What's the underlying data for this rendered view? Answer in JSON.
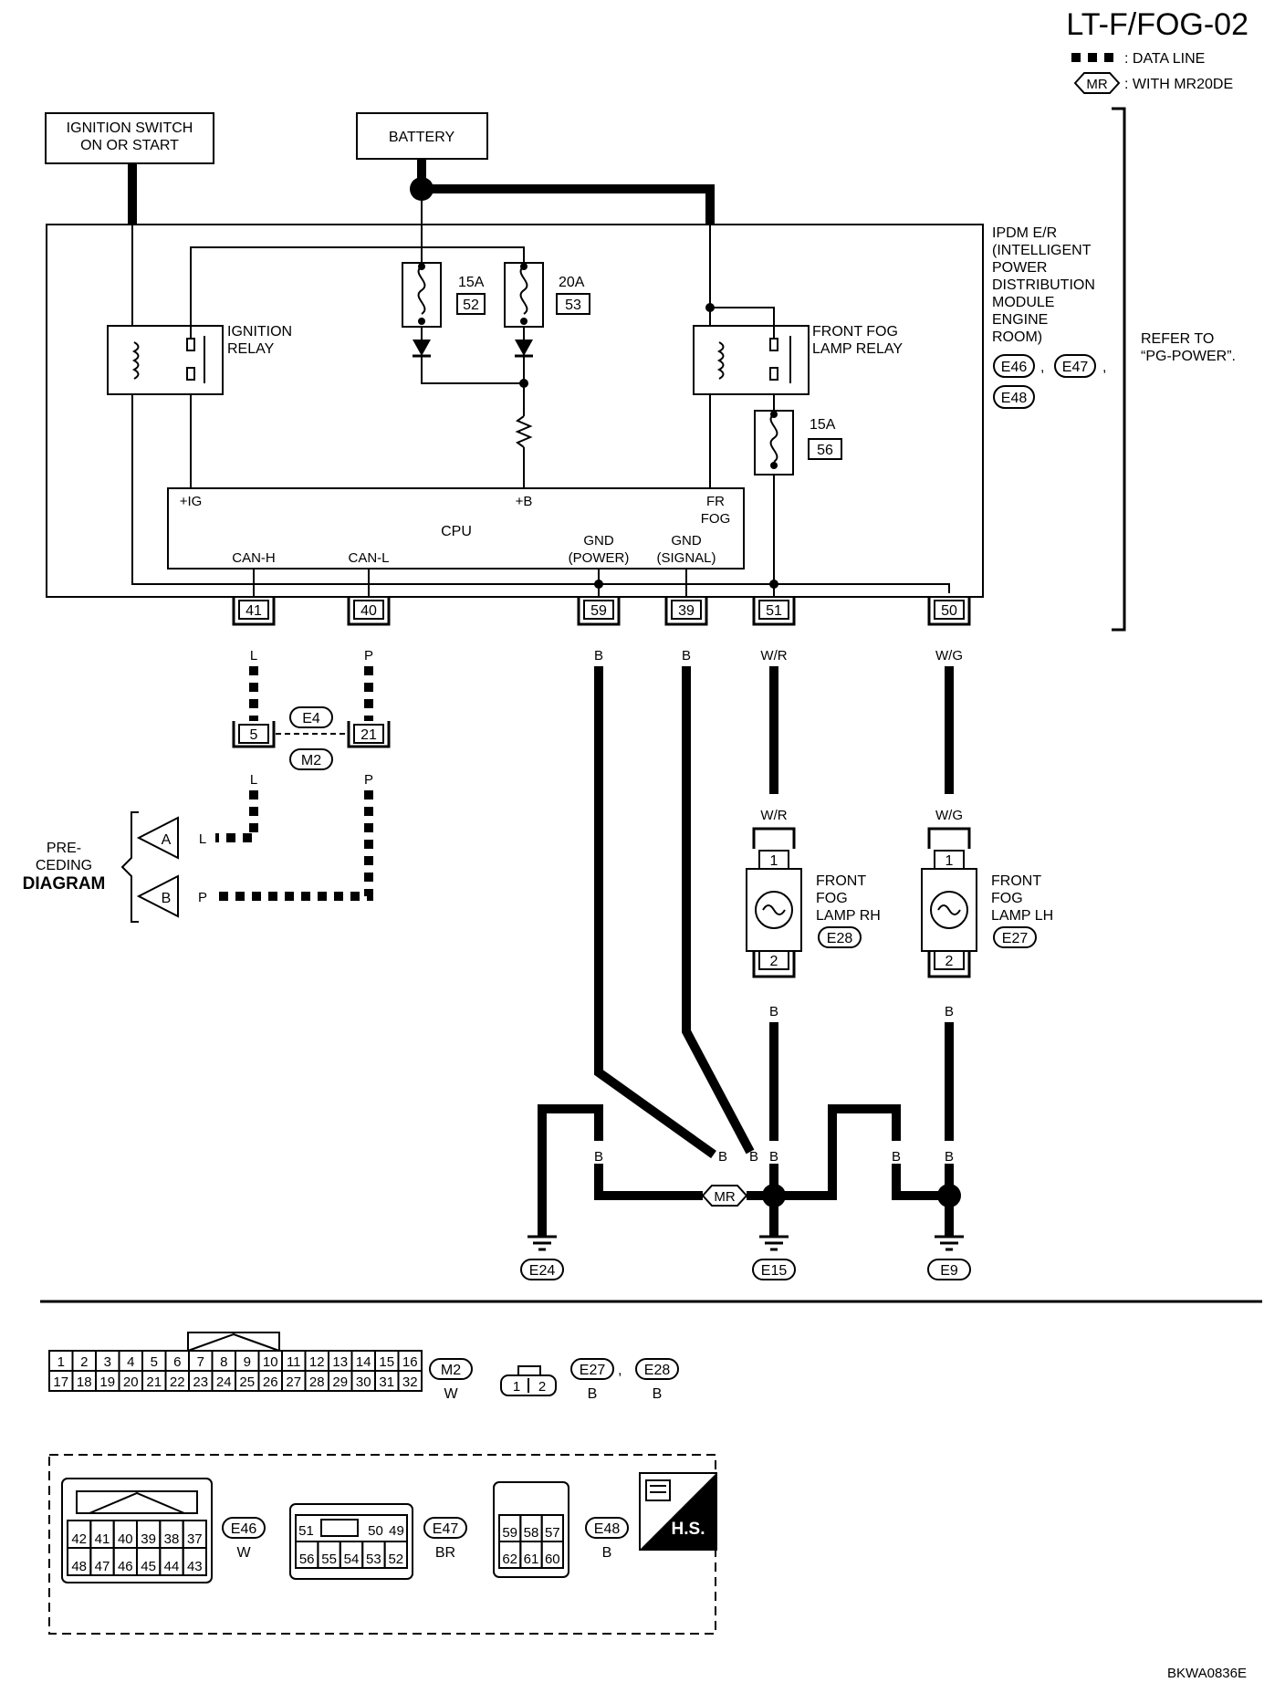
{
  "title": "LT-F/FOG-02",
  "legend": {
    "data_line": ": DATA LINE",
    "mr_badge": "MR",
    "mr_text": ": WITH MR20DE"
  },
  "ignition_switch": [
    "IGNITION SWITCH",
    "ON OR START"
  ],
  "battery": "BATTERY",
  "fuses": [
    {
      "amp": "15A",
      "num": "52"
    },
    {
      "amp": "20A",
      "num": "53"
    },
    {
      "amp": "15A",
      "num": "56"
    }
  ],
  "ignition_relay": [
    "IGNITION",
    "RELAY"
  ],
  "fog_relay": [
    "FRONT FOG",
    "LAMP RELAY"
  ],
  "ipdm": {
    "lines": [
      "IPDM E/R",
      "(INTELLIGENT",
      "POWER",
      "DISTRIBUTION",
      "MODULE",
      "ENGINE",
      "ROOM)"
    ],
    "connectors": [
      "E46",
      "E47",
      "E48"
    ],
    "sep1": ",",
    "sep2": ",",
    "refer": [
      "REFER TO",
      "“PG-POWER”."
    ]
  },
  "cpu": {
    "label": "CPU",
    "ig": "+IG",
    "b": "+B",
    "frfog": [
      "FR",
      "FOG"
    ],
    "canh": "CAN-H",
    "canl": "CAN-L",
    "gnd_power": [
      "GND",
      "(POWER)"
    ],
    "gnd_signal": [
      "GND",
      "(SIGNAL)"
    ]
  },
  "terminals": [
    "41",
    "40",
    "59",
    "39",
    "51",
    "50"
  ],
  "wire_colors": {
    "l": "L",
    "p": "P",
    "b": "B",
    "wr": "W/R",
    "wg": "W/G"
  },
  "joint": {
    "pin_l": "5",
    "pin_p": "21",
    "conn1": "E4",
    "conn2": "M2"
  },
  "preceding": {
    "lines": [
      "PRE-",
      "CEDING",
      "DIAGRAM"
    ],
    "a": "A",
    "b": "B"
  },
  "lamp_rh": {
    "lines": [
      "FRONT",
      "FOG",
      "LAMP RH"
    ],
    "conn": "E28",
    "pin1": "1",
    "pin2": "2"
  },
  "lamp_lh": {
    "lines": [
      "FRONT",
      "FOG",
      "LAMP LH"
    ],
    "conn": "E27",
    "pin1": "1",
    "pin2": "2"
  },
  "grounds": [
    "E24",
    "E15",
    "E9"
  ],
  "connector_views": {
    "m2": {
      "name": "M2",
      "color": "W",
      "top": [
        "1",
        "2",
        "3",
        "4",
        "5",
        "6",
        "7",
        "8",
        "9",
        "10",
        "11",
        "12",
        "13",
        "14",
        "15",
        "16"
      ],
      "bottom": [
        "17",
        "18",
        "19",
        "20",
        "21",
        "22",
        "23",
        "24",
        "25",
        "26",
        "27",
        "28",
        "29",
        "30",
        "31",
        "32"
      ]
    },
    "e27_e28": {
      "names": [
        "E27",
        "E28"
      ],
      "sep": ",",
      "colors": [
        "B",
        "B"
      ],
      "pins": [
        "1",
        "2"
      ]
    },
    "e46": {
      "name": "E46",
      "color": "W",
      "top": [
        "42",
        "41",
        "40",
        "39",
        "38",
        "37"
      ],
      "bottom": [
        "48",
        "47",
        "46",
        "45",
        "44",
        "43"
      ]
    },
    "e47": {
      "name": "E47",
      "color": "BR",
      "top": [
        "51",
        "50",
        "49"
      ],
      "bottom": [
        "56",
        "55",
        "54",
        "53",
        "52"
      ]
    },
    "e48": {
      "name": "E48",
      "color": "B",
      "top": [
        "59",
        "58",
        "57"
      ],
      "bottom": [
        "62",
        "61",
        "60"
      ]
    },
    "hs": "H.S."
  },
  "footer_code": "BKWA0836E"
}
